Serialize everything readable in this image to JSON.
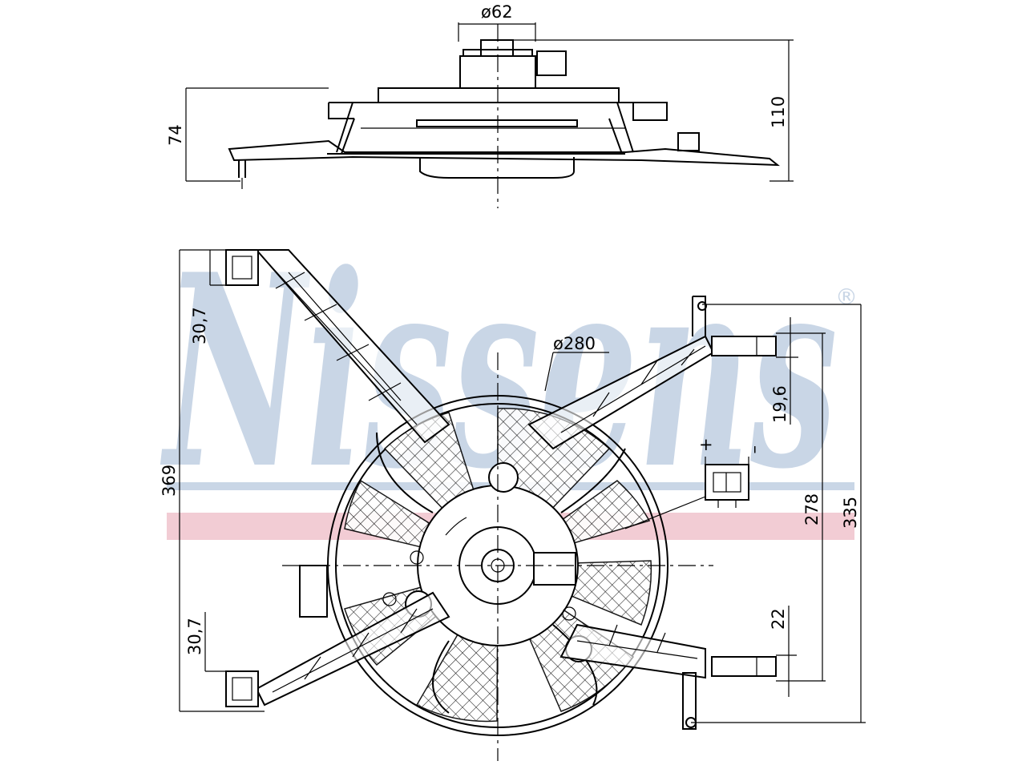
{
  "watermark": {
    "text": "Nissens",
    "mark": "®",
    "colors": {
      "letters": "#c9d6e6",
      "stripe_blue": "#c9d6e6",
      "stripe_red": "#f2ccd4"
    }
  },
  "dimensions": {
    "hub_diameter": "ø62",
    "fan_diameter": "ø280",
    "height_total": "110",
    "height_frame": "74",
    "frame_height": "369",
    "top_offset_left": "30,7",
    "bottom_offset_left": "30,7",
    "right_top_offset": "19,6",
    "connector_span": "278",
    "total_right": "335",
    "bottom_offset_right": "22"
  },
  "connector": {
    "plus": "+",
    "minus": "–"
  },
  "icons": [
    "fan-assembly-side-view",
    "fan-assembly-front-view",
    "electrical-connector-icon"
  ]
}
